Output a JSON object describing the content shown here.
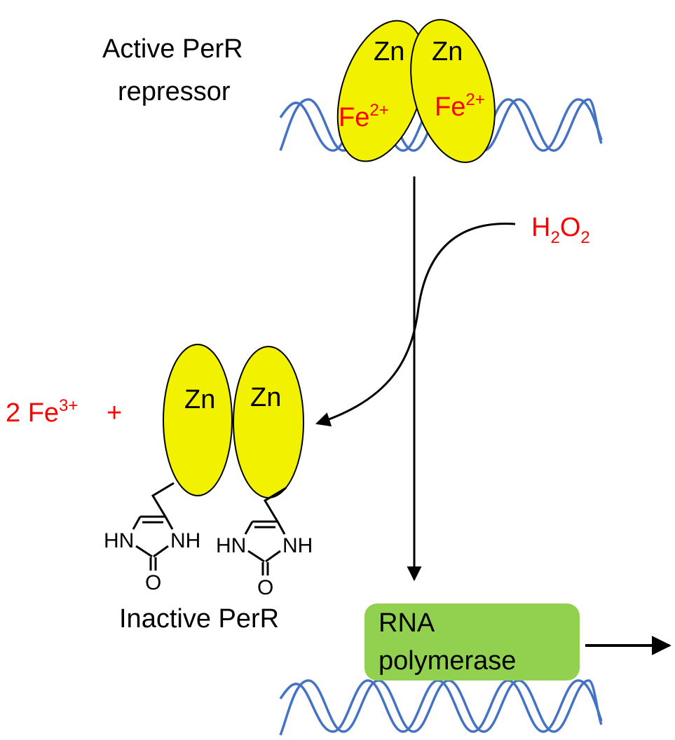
{
  "labels": {
    "active_line1": "Active PerR",
    "active_line2": "repressor",
    "inactive": "Inactive PerR",
    "zn": "Zn",
    "fe2_base": "Fe",
    "fe2_charge": "2+",
    "h2o2_h": "H",
    "h2o2_sub1": "2",
    "h2o2_o": "O",
    "h2o2_sub2": "2",
    "fe3_prefix": "2 Fe",
    "fe3_charge": "3+",
    "plus": "+",
    "hn": "HN",
    "nh": "NH",
    "oxygen": "O",
    "rnap_line1": "RNA",
    "rnap_line2": "polymerase"
  },
  "colors": {
    "protein_fill": "#f2f200",
    "dna": "#4472c4",
    "ion_red": "#ff0000",
    "rnap_fill": "#92d050",
    "text": "#000000"
  }
}
